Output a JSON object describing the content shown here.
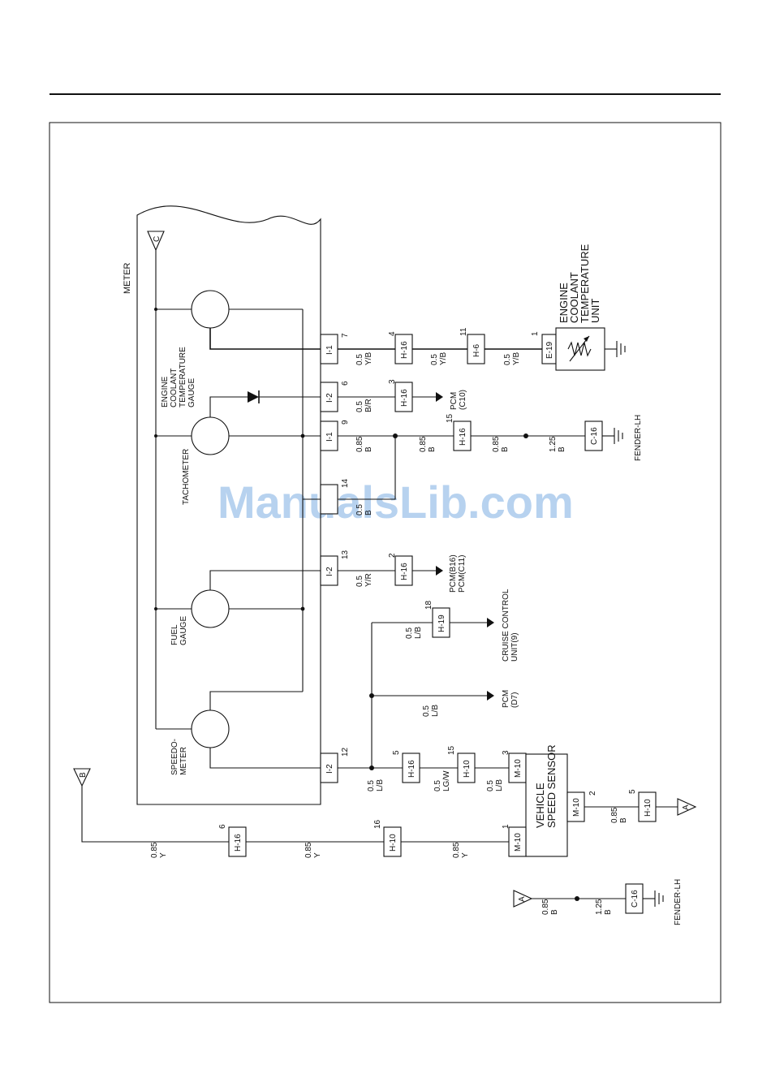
{
  "watermark": "ManualsLib.com",
  "meter": {
    "title": "METER",
    "gauges": {
      "coolant": [
        "ENGINE",
        "COOLANT",
        "TEMPERATURE",
        "GAUGE"
      ],
      "tacho": [
        "TACHOMETER"
      ],
      "fuel": [
        "FUEL",
        "GAUGE"
      ],
      "speedo": [
        "SPEEDO-",
        "METER"
      ]
    },
    "pins": [
      {
        "conn": "I-1",
        "pin": "7"
      },
      {
        "conn": "I-2",
        "pin": "6"
      },
      {
        "conn": "I-1",
        "pin": "9"
      },
      {
        "conn": "",
        "pin": "14"
      },
      {
        "conn": "I-2",
        "pin": "13"
      },
      {
        "conn": "I-2",
        "pin": "12"
      }
    ]
  },
  "connectors": {
    "h16_4": {
      "name": "H-16",
      "pin": "4"
    },
    "h6_11": {
      "name": "H-6",
      "pin": "11"
    },
    "e19_1": {
      "name": "E-19",
      "pin": "1"
    },
    "h16_3": {
      "name": "H-16",
      "pin": "3"
    },
    "h16_15": {
      "name": "H-16",
      "pin": "15"
    },
    "c16_a": {
      "name": "C-16"
    },
    "h16_2": {
      "name": "H-16",
      "pin": "2"
    },
    "h19_18": {
      "name": "H-19",
      "pin": "18"
    },
    "h16_5": {
      "name": "H-16",
      "pin": "5"
    },
    "h10_15": {
      "name": "H-10",
      "pin": "15"
    },
    "m10_3": {
      "name": "M-10",
      "pin": "3"
    },
    "m10_2": {
      "name": "M-10",
      "pin": "2"
    },
    "h10_5": {
      "name": "H-10",
      "pin": "5"
    },
    "m10_1": {
      "name": "M-10",
      "pin": "1"
    },
    "h10_16": {
      "name": "H-10",
      "pin": "16"
    },
    "h16_6": {
      "name": "H-16",
      "pin": "6"
    },
    "c16_b": {
      "name": "C-16"
    }
  },
  "wires": {
    "y1": [
      "0.5",
      "Y/B"
    ],
    "y2": [
      "0.5",
      "Y/B"
    ],
    "y3": [
      "0.5",
      "Y/B"
    ],
    "br": [
      "0.5",
      "B/R"
    ],
    "b1": [
      "0.85",
      "B"
    ],
    "b2": [
      "0.85",
      "B"
    ],
    "b3": [
      "0.85",
      "B"
    ],
    "b4": [
      "1.25",
      "B"
    ],
    "b14": [
      "0.5",
      "B"
    ],
    "yr": [
      "0.5",
      "Y/R"
    ],
    "lb_cc": [
      "0.5",
      "L/B"
    ],
    "lb_pcm": [
      "0.5",
      "L/B"
    ],
    "lb_main": [
      "0.5",
      "L/B"
    ],
    "lgw": [
      "0.5",
      "LG/W"
    ],
    "lb_vss": [
      "0.5",
      "L/B"
    ],
    "vss_b": [
      "0.85",
      "B"
    ],
    "y_a": [
      "0.85",
      "Y"
    ],
    "y_b": [
      "0.85",
      "Y"
    ],
    "y_c": [
      "0.85",
      "Y"
    ],
    "ga_1": [
      "0.85",
      "B"
    ],
    "ga_2": [
      "1.25",
      "B"
    ]
  },
  "devices": {
    "ectu": [
      "ENGINE",
      "COOLANT",
      "TEMPERATURE",
      "UNIT"
    ],
    "vss": [
      "VEHICLE",
      "SPEED SENSOR"
    ]
  },
  "destinations": {
    "pcm_c10": [
      "PCM",
      "(C10)"
    ],
    "pcm_b16": [
      "PCM(B16)",
      "PCM(C11)"
    ],
    "cruise": [
      "CRUISE CONTROL",
      "UNIT(9)"
    ],
    "pcm_d7": [
      "PCM",
      "(D7)"
    ]
  },
  "grounds": {
    "fender_1": "FENDER-LH",
    "fender_2": "FENDER-LH"
  },
  "refs": {
    "c": "C",
    "b": "B",
    "a_out": "A",
    "a_in": "A"
  }
}
